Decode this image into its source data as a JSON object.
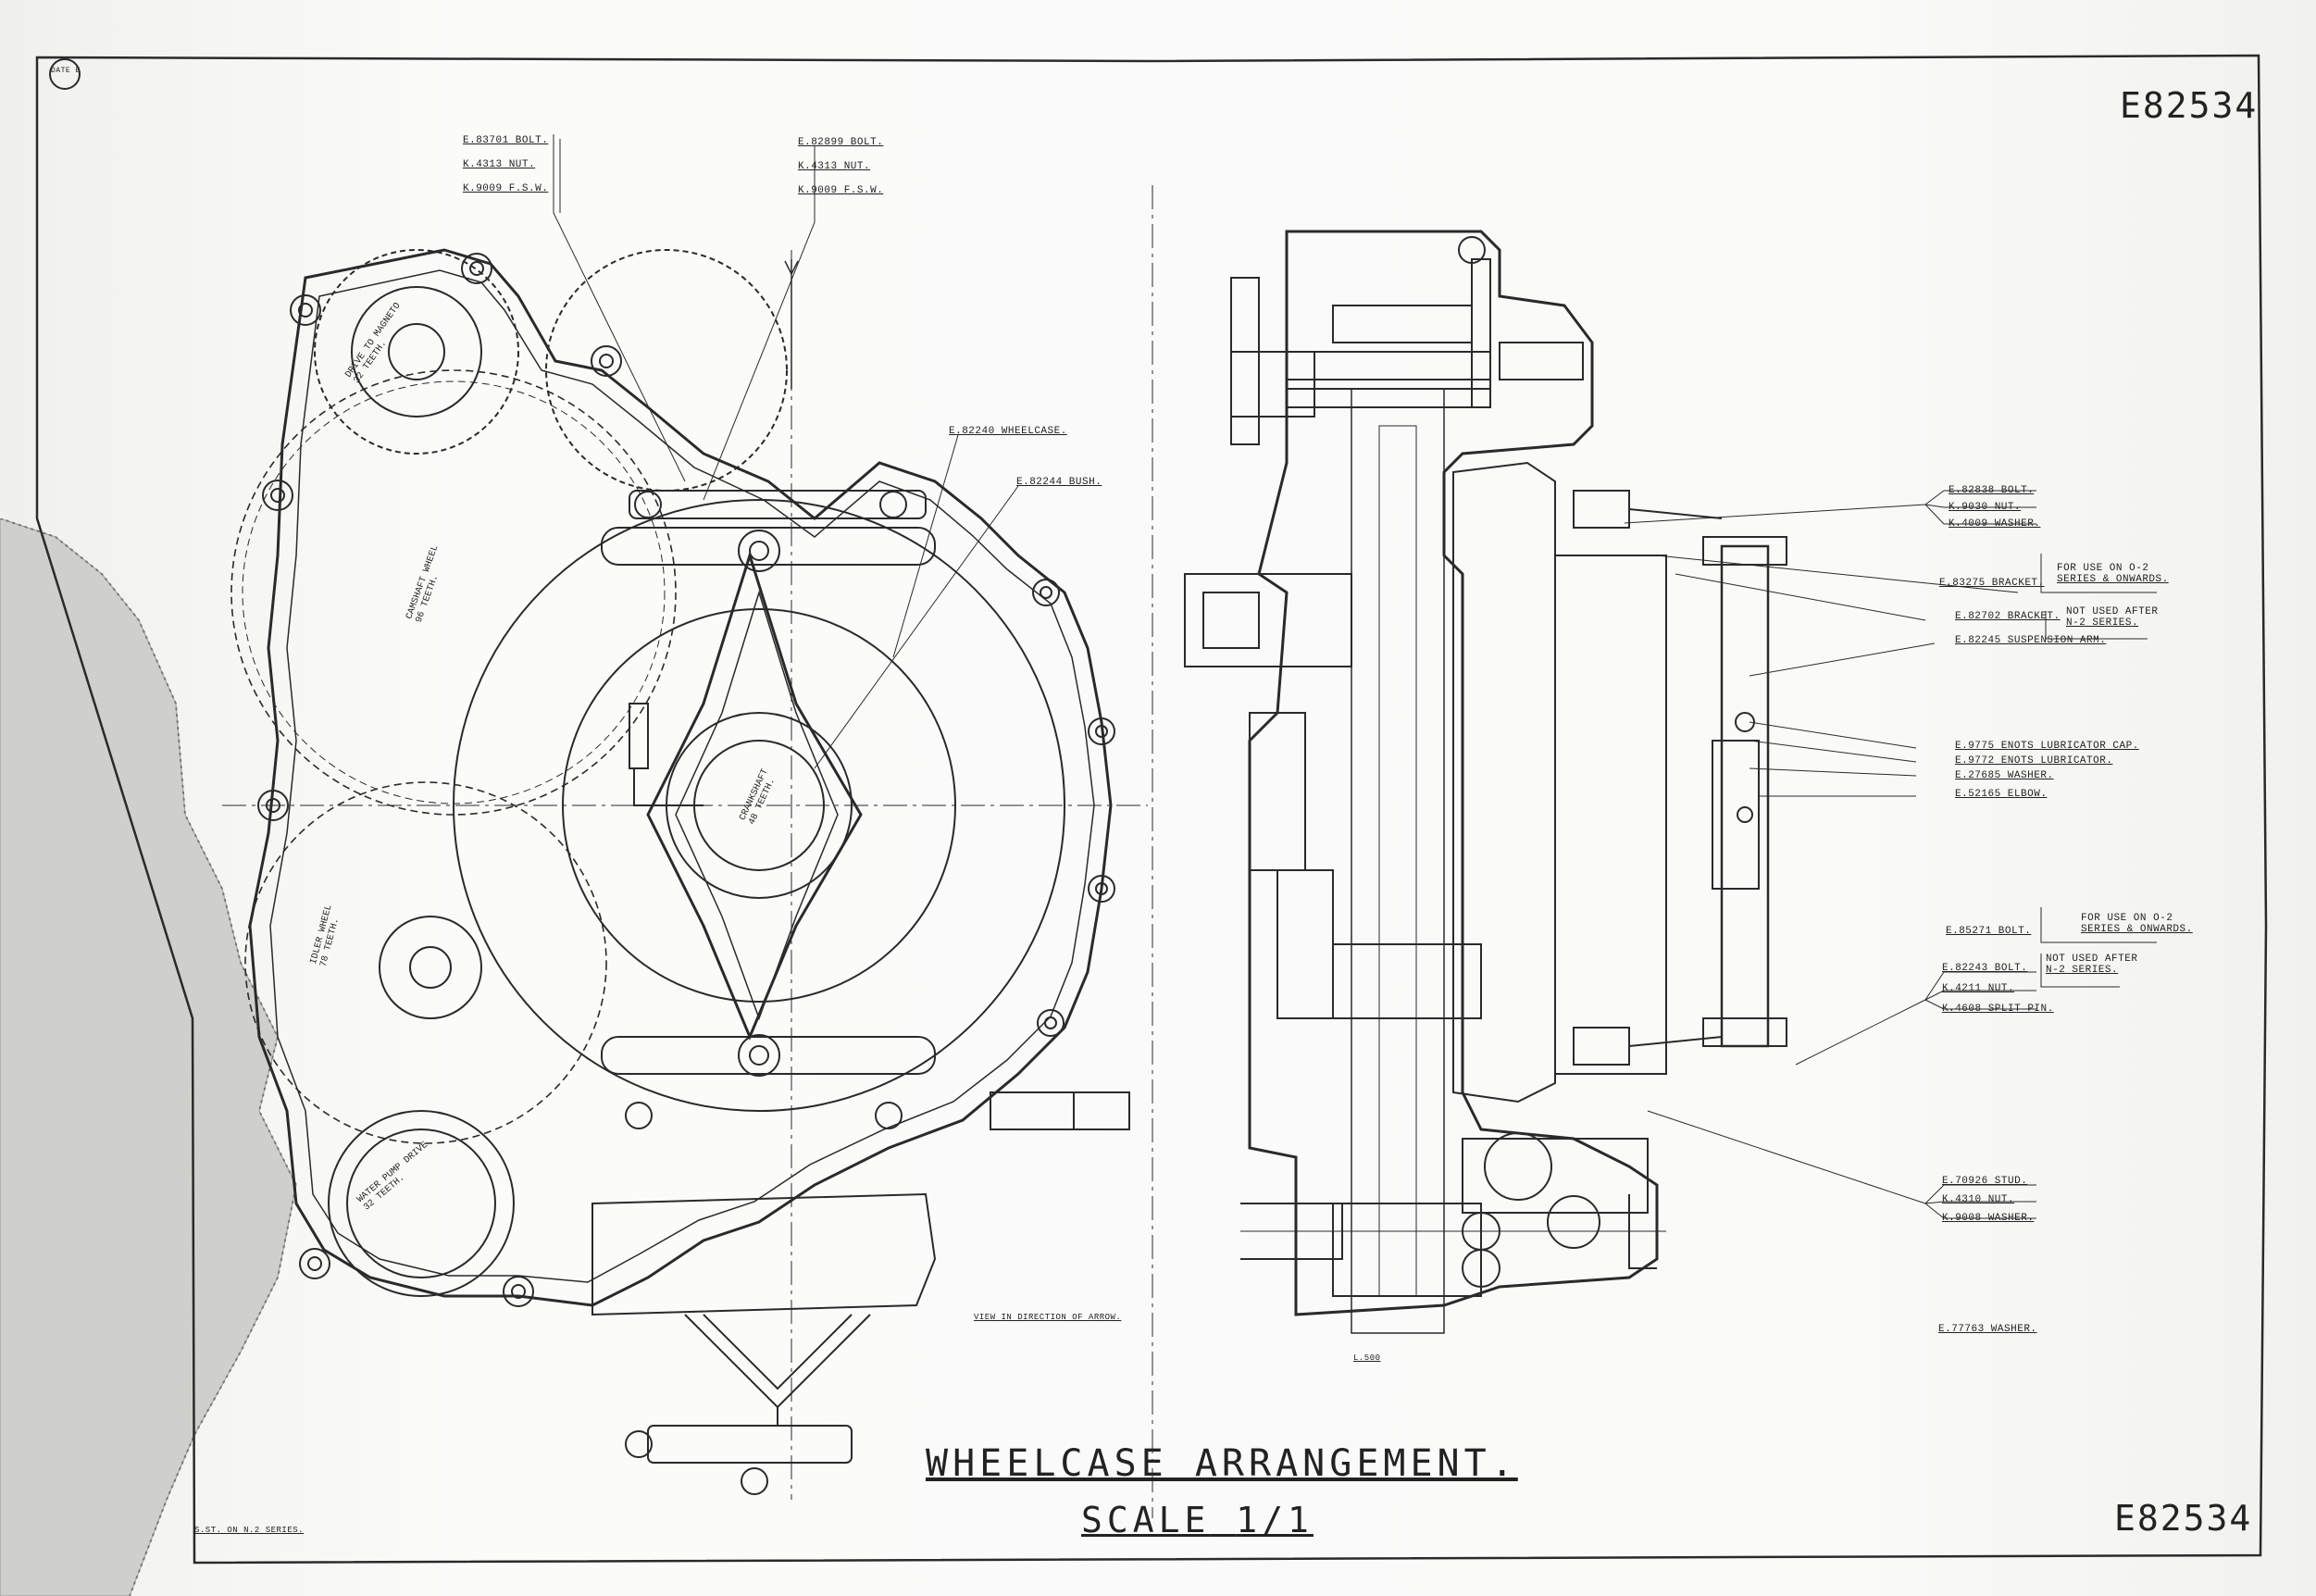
{
  "drawing_number": "E82534",
  "drawing_number_bottom": "E82534",
  "title": "WHEELCASE ARRANGEMENT.",
  "scale": "SCALE",
  "scale_value": "1/1",
  "stamp": "DATE E",
  "view_note": "VIEW IN DIRECTION OF ARROW.",
  "series_note": "S.ST. ON N.2 SERIES.",
  "section_mark": "L.500",
  "top_left_callout": [
    "E.83701 BOLT.",
    "K.4313 NUT.",
    "K.9009 F.S.W."
  ],
  "top_mid_callout": [
    "E.82899 BOLT.",
    "K.4313 NUT.",
    "K.9009 F.S.W."
  ],
  "wheelcase_label": "E.82240 WHEELCASE.",
  "bush_label": "E.82244 BUSH.",
  "gears": {
    "magneto": [
      "DRIVE TO MAGNETO",
      "32 TEETH."
    ],
    "camshaft": [
      "CAMSHAFT WHEEL",
      "96 TEETH."
    ],
    "crankshaft": [
      "CRANKSHAFT",
      "48 TEETH."
    ],
    "idler": [
      "IDLER WHEEL",
      "78 TEETH."
    ],
    "water_pump": [
      "WATER PUMP DRIVE",
      "32 TEETH."
    ]
  },
  "right_callouts": {
    "group1": [
      "E.82838 BOLT.",
      "K.9030 NUT.",
      "K.4009 WASHER."
    ],
    "bracket_a": "E.83275 BRACKET.",
    "bracket_a_note": [
      "FOR USE ON O-2",
      "SERIES & ONWARDS."
    ],
    "bracket_b": "E.82702 BRACKET.",
    "bracket_b_note": [
      "NOT USED AFTER",
      "N-2 SERIES."
    ],
    "suspension_arm": "E.82245 SUSPENSION ARM.",
    "lubricator_cap": "E.9775 ENOTS LUBRICATOR CAP.",
    "lubricator": "E.9772 ENOTS LUBRICATOR.",
    "washer": "E.27685 WASHER.",
    "elbow": "E.52165 ELBOW.",
    "bolt_a": "E.85271 BOLT.",
    "bolt_a_note": [
      "FOR USE ON O-2",
      "SERIES & ONWARDS."
    ],
    "group2": [
      "E.82243 BOLT.",
      "K.4211 NUT.",
      "K.4608 SPLIT PIN."
    ],
    "group2_note": [
      "NOT USED AFTER",
      "N-2 SERIES."
    ],
    "group3": [
      "E.70926 STUD.",
      "K.4310 NUT.",
      "K.9008 WASHER."
    ],
    "washer2": "E.77763 WASHER."
  },
  "colors": {
    "ink": "#222222",
    "paper": "#f8f8f6",
    "torn": "#c8c8c4"
  }
}
